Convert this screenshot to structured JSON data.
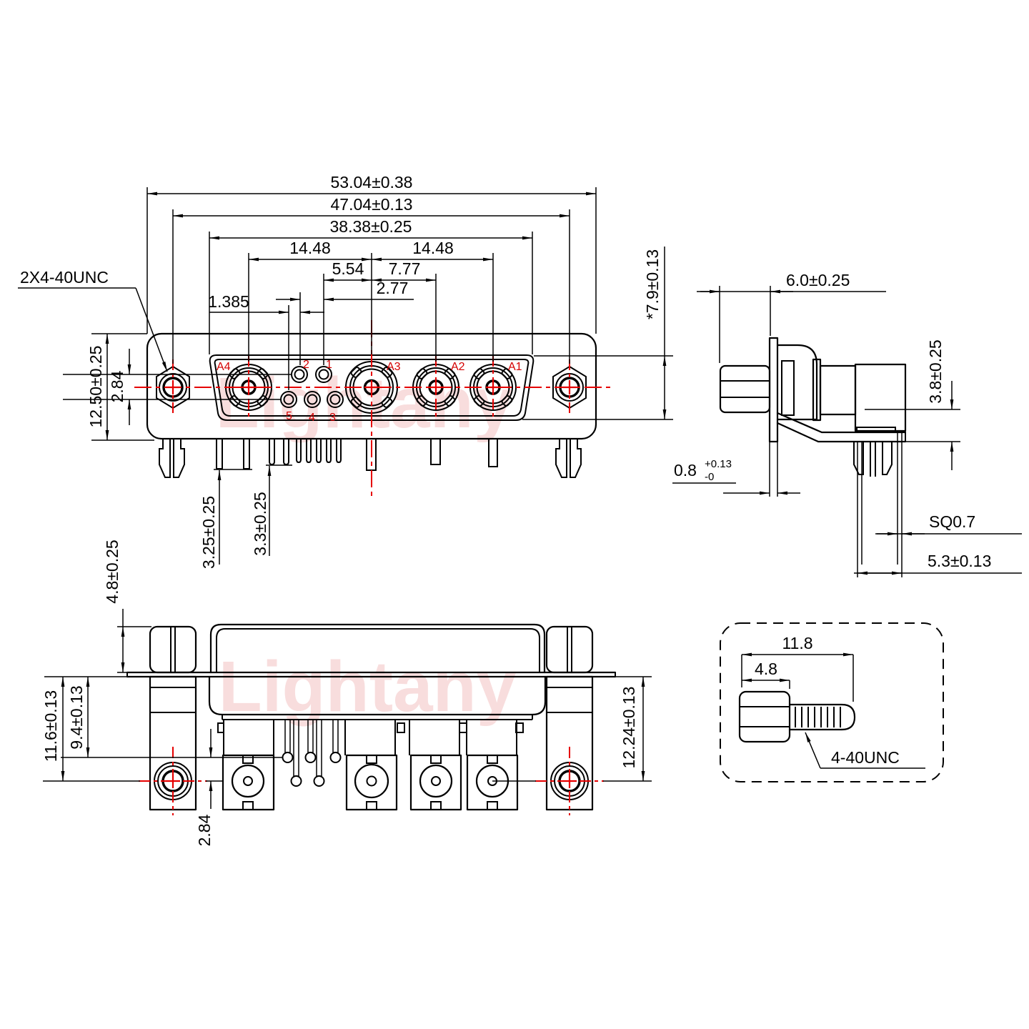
{
  "watermark": "Lightany",
  "front_view": {
    "thread_label": "2X4-40UNC",
    "dim_total_width": "53.04±0.38",
    "dim_screw_span": "47.04±0.13",
    "dim_insert_width": "38.38±0.25",
    "dim_pitch_left": "14.48",
    "dim_pitch_right": "14.48",
    "dim_pin_offset": "5.54",
    "dim_a2_offset": "7.77",
    "dim_pin_pitch": "2.77",
    "dim_stagger": "1.385",
    "dim_height": "12.50±0.25",
    "dim_row_gap": "2.84",
    "dim_insert_height": "*7.9±0.13",
    "dim_leg_shield": "3.25±0.25",
    "dim_leg_signal": "3.3±0.25",
    "contact_labels": [
      "A4",
      "A3",
      "A2",
      "A1"
    ],
    "pin_labels": [
      "1",
      "2",
      "3",
      "4",
      "5"
    ]
  },
  "side_view": {
    "dim_depth": "6.0±0.25",
    "dim_standoff": "3.8±0.25",
    "dim_flange_base": "0.8",
    "dim_flange_plus": "+0.13",
    "dim_flange_minus": "-0",
    "dim_pin_square": "SQ0.7",
    "dim_pin_span": "5.3±0.13"
  },
  "bottom_view": {
    "dim_nut_height": "4.8±0.25",
    "dim_row2": "11.6±0.13",
    "dim_row1": "9.4±0.13",
    "dim_row_gap": "2.84",
    "dim_screw_center": "12.24±0.13"
  },
  "detail_view": {
    "dim_total_length": "11.8",
    "dim_head_length": "4.8",
    "thread_label": "4-40UNC"
  }
}
